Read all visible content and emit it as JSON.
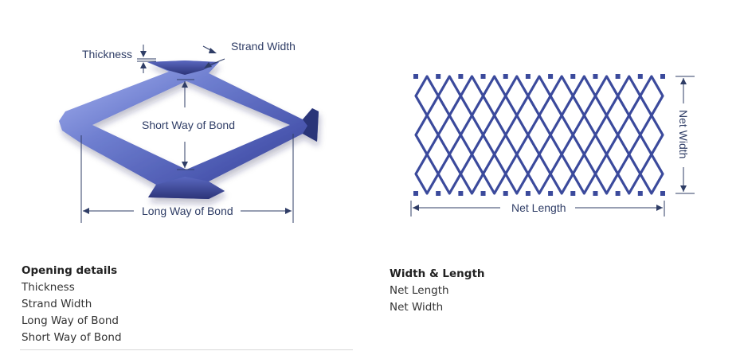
{
  "colors": {
    "steel_light": "#8f9fe4",
    "steel_mid": "#5563b8",
    "steel_dark": "#2a3170",
    "line": "#2f3d66",
    "mesh": "#3b4a9c"
  },
  "opening_diagram": {
    "thickness": "Thickness",
    "strand_width": "Strand Width",
    "short_way": "Short Way of Bond",
    "long_way": "Long Way of Bond"
  },
  "mesh_diagram": {
    "net_length": "Net Length",
    "net_width": "Net Width"
  },
  "opening_details": {
    "title": "Opening details",
    "items": [
      "Thickness",
      "Strand Width",
      "Long Way of Bond",
      "Short Way of Bond"
    ]
  },
  "width_length": {
    "title": "Width & Length",
    "items": [
      "Net Length",
      "Net Width"
    ]
  }
}
